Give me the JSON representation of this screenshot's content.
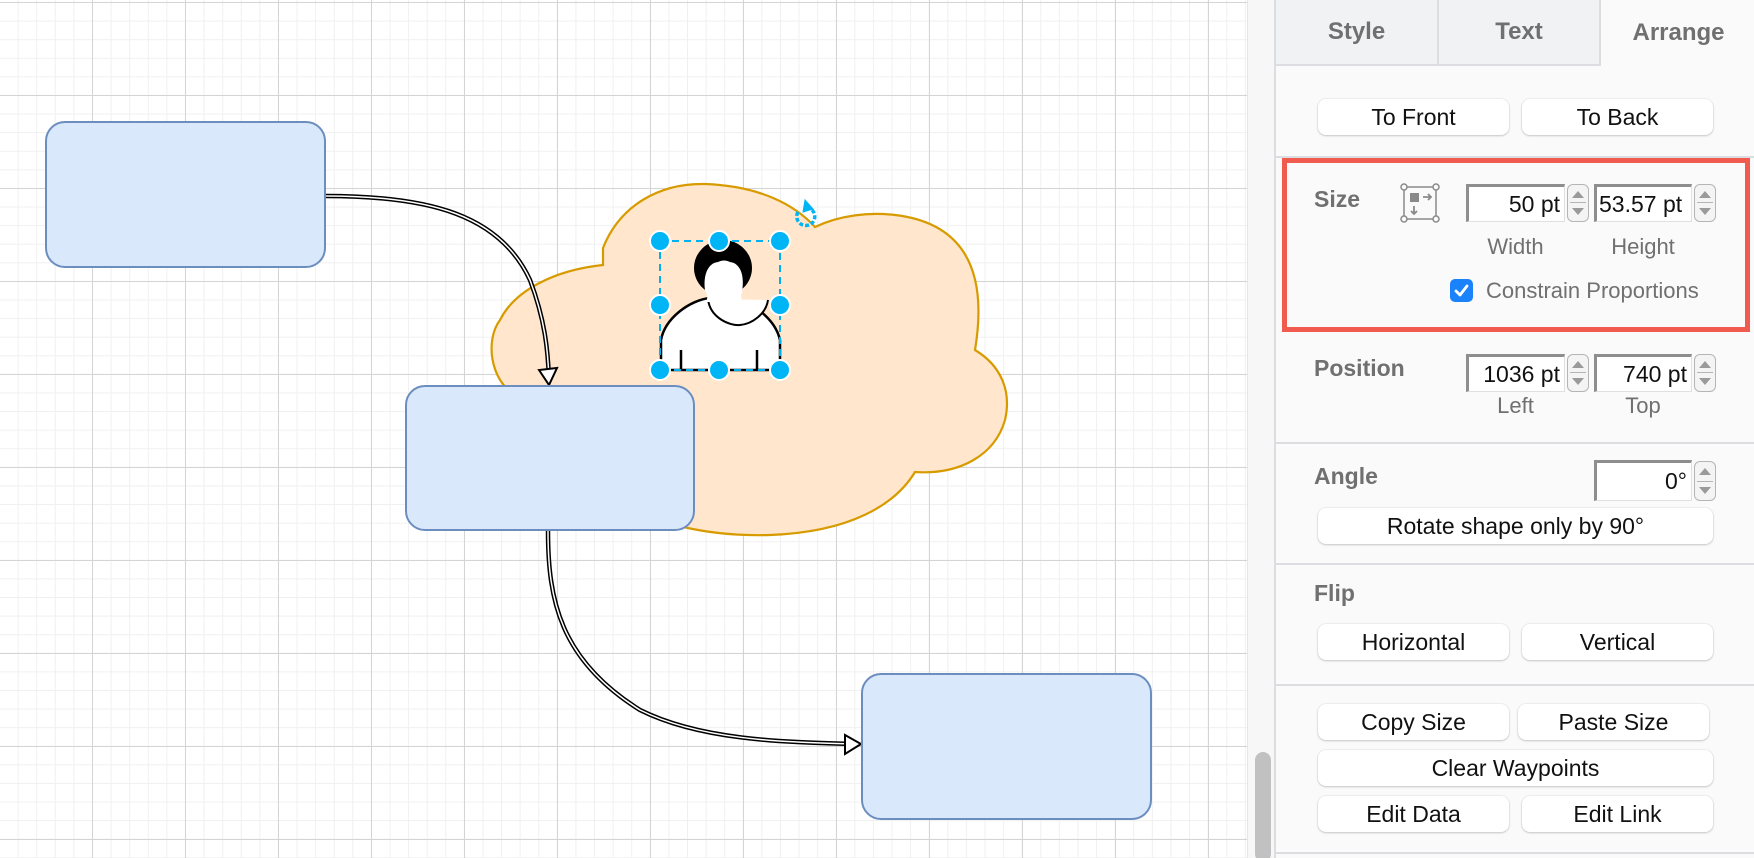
{
  "canvas": {
    "shapes": [
      {
        "id": "rect-1",
        "type": "rounded-rectangle",
        "fill": "#dae8fc",
        "stroke": "#6c8ebf"
      },
      {
        "id": "rect-2",
        "type": "rounded-rectangle",
        "fill": "#dae8fc",
        "stroke": "#6c8ebf"
      },
      {
        "id": "rect-3",
        "type": "rounded-rectangle",
        "fill": "#dae8fc",
        "stroke": "#6c8ebf"
      },
      {
        "id": "cloud",
        "type": "cloud",
        "fill": "#ffe6cc",
        "stroke": "#d79b00"
      },
      {
        "id": "person",
        "type": "user-icon",
        "selected": true
      }
    ],
    "connectors": [
      {
        "from": "rect-1",
        "to": "rect-2",
        "style": "curved-double-line-arrow"
      },
      {
        "from": "rect-2",
        "to": "rect-3",
        "style": "curved-double-line-arrow"
      }
    ],
    "selection_color": "#00b0f0"
  },
  "panel": {
    "tabs": [
      {
        "label": "Style",
        "active": false
      },
      {
        "label": "Text",
        "active": false
      },
      {
        "label": "Arrange",
        "active": true
      }
    ],
    "order": {
      "to_front": "To Front",
      "to_back": "To Back"
    },
    "size": {
      "label": "Size",
      "width_value": "50 pt",
      "height_value": "53.57 pt",
      "width_label": "Width",
      "height_label": "Height",
      "constrain_label": "Constrain Proportions",
      "constrain_checked": true,
      "highlight_color": "#f15a4f"
    },
    "position": {
      "label": "Position",
      "left_value": "1036 pt",
      "top_value": "740 pt",
      "left_label": "Left",
      "top_label": "Top"
    },
    "angle": {
      "label": "Angle",
      "value": "0°",
      "rotate_button": "Rotate shape only by 90°"
    },
    "flip": {
      "label": "Flip",
      "horizontal": "Horizontal",
      "vertical": "Vertical"
    },
    "actions": {
      "copy_size": "Copy Size",
      "paste_size": "Paste Size",
      "clear_waypoints": "Clear Waypoints",
      "edit_data": "Edit Data",
      "edit_link": "Edit Link"
    }
  }
}
